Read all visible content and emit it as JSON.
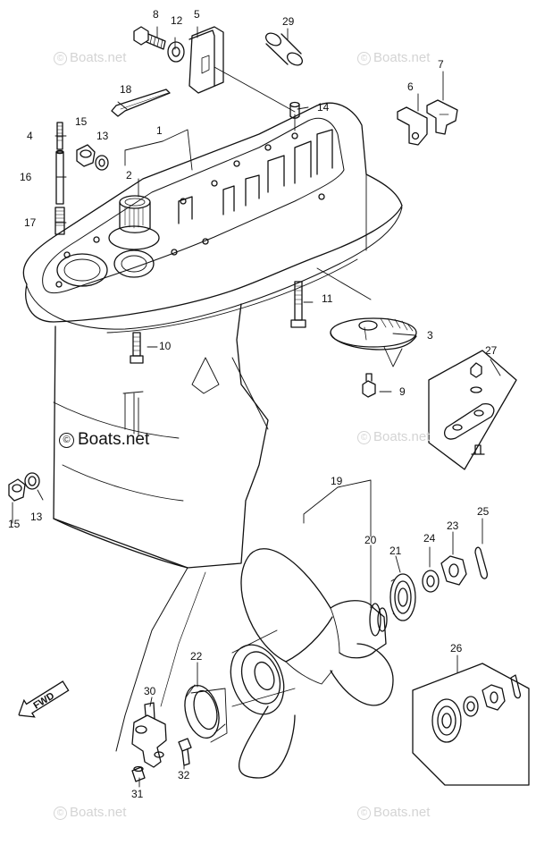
{
  "watermark": {
    "symbol": "©",
    "text": "Boats.net"
  },
  "direction_label": "FWD",
  "callouts": {
    "c1": "1",
    "c2": "2",
    "c3": "3",
    "c4": "4",
    "c5": "5",
    "c6": "6",
    "c7": "7",
    "c8": "8",
    "c9": "9",
    "c10": "10",
    "c11": "11",
    "c12": "12",
    "c13a": "13",
    "c13b": "13",
    "c14": "14",
    "c15a": "15",
    "c15b": "15",
    "c16": "16",
    "c17": "17",
    "c18": "18",
    "c19": "19",
    "c20": "20",
    "c21": "21",
    "c22": "22",
    "c23": "23",
    "c24": "24",
    "c25": "25",
    "c26": "26",
    "c27": "27",
    "c29": "29",
    "c30": "30",
    "c31": "31",
    "c32": "32"
  },
  "colors": {
    "line": "#111111",
    "watermark": "#d4d4d4"
  }
}
